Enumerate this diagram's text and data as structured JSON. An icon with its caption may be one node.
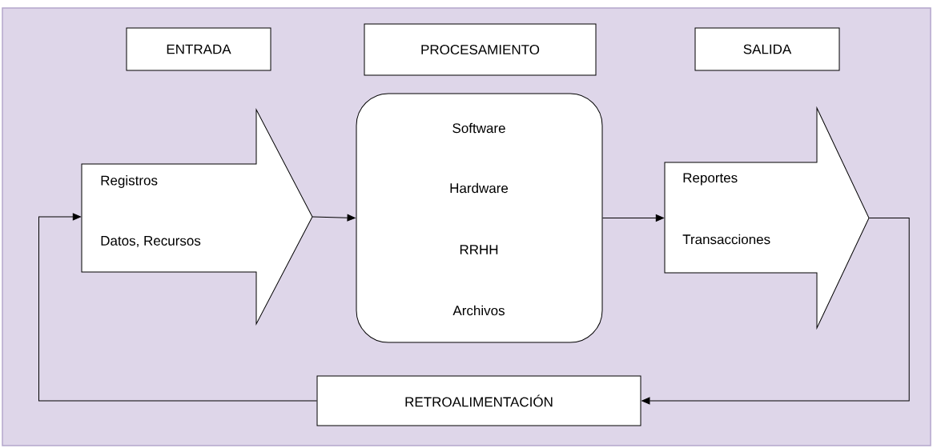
{
  "diagram": {
    "nodes": [
      {
        "text": [
          "ENTRADA"
        ]
      },
      {
        "text": [
          "PROCESAMIENTO"
        ]
      },
      {
        "text": [
          "SALIDA"
        ]
      },
      {
        "text": [
          "Registros",
          "Datos, Recursos"
        ]
      },
      {
        "text": [
          "Software",
          "Hardware",
          "RRHH",
          "Archivos"
        ]
      },
      {
        "text": [
          "Reportes",
          "Transacciones"
        ]
      },
      {
        "text": [
          "RETROALIMENTACIÓN"
        ]
      }
    ],
    "edges": [
      {
        "from": 3,
        "to": 4,
        "arrow": "to"
      },
      {
        "from": 4,
        "to": 5,
        "arrow": "to"
      },
      {
        "from": 5,
        "to": 6,
        "arrow": "to"
      },
      {
        "from": 6,
        "to": 3,
        "arrow": "to"
      }
    ]
  }
}
